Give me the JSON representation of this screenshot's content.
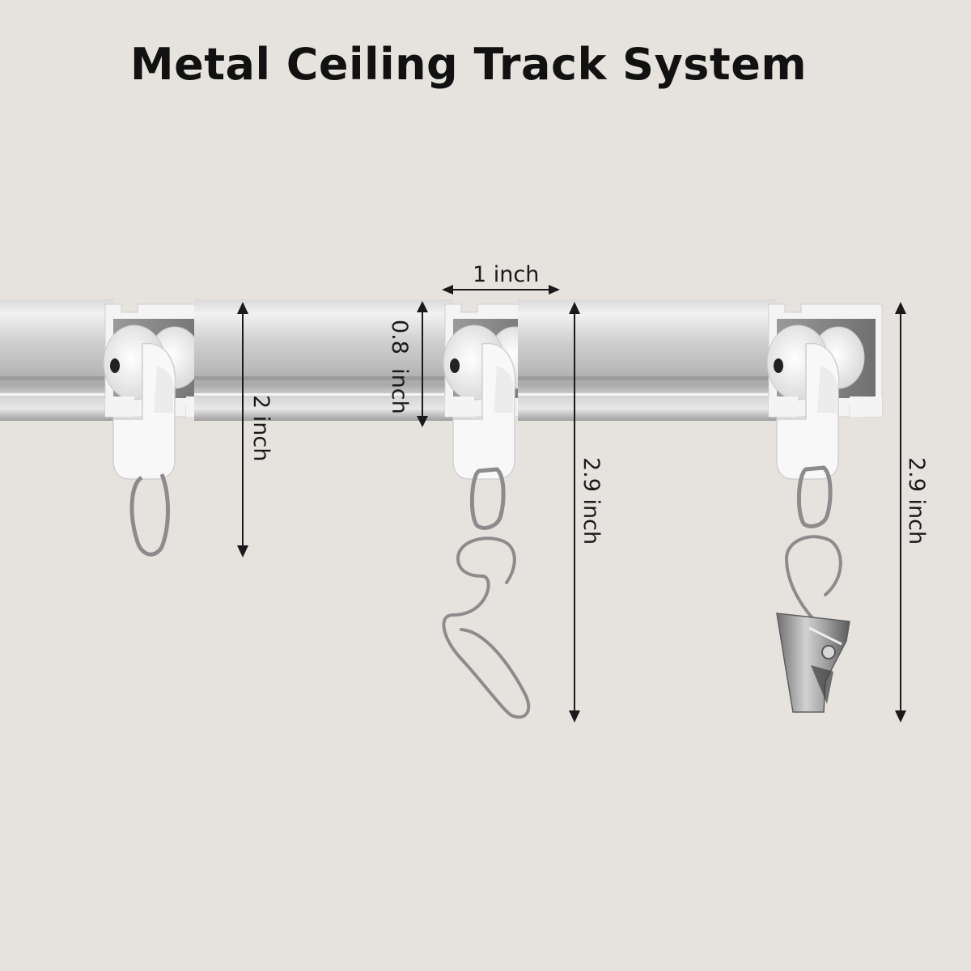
{
  "title": "Metal Ceiling Track System",
  "dimensions": {
    "left_height": "2 inch",
    "track_width": "1 inch",
    "track_height": "0.8  inch",
    "middle_height": "2.9 inch",
    "right_height": "2.9 inch"
  },
  "variants": [
    {
      "name": "track-with-ring-glider"
    },
    {
      "name": "track-with-s-hook-glider"
    },
    {
      "name": "track-with-clip-glider"
    }
  ],
  "colors": {
    "background": "#e6e3df",
    "rail_light": "#e9e9e9",
    "rail_mid": "#c4c4c4",
    "rail_dark": "#9a9a9a",
    "glider": "#f7f7f7",
    "steel": "#8c8c8c",
    "dim_line": "#1a1a1a"
  }
}
